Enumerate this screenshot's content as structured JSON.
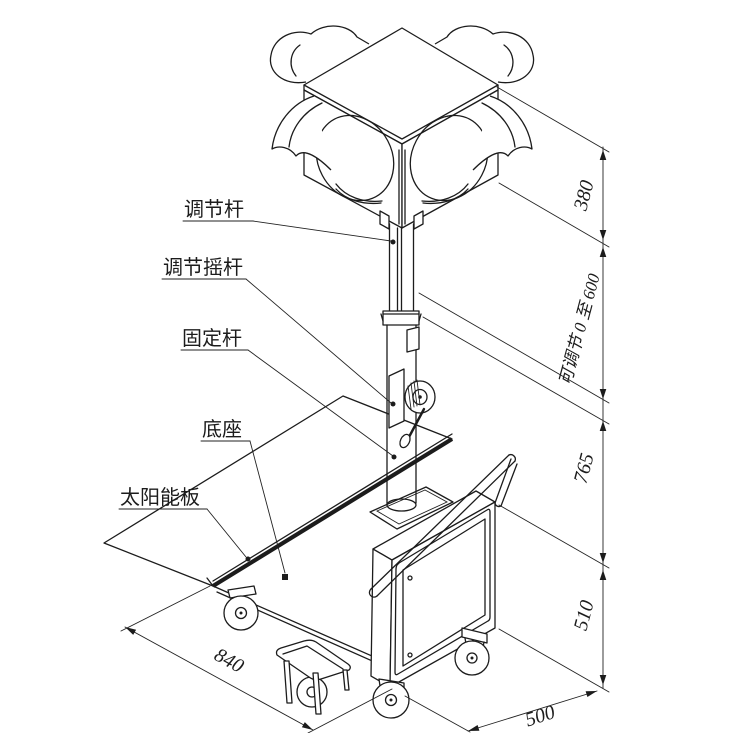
{
  "drawing": {
    "labels": {
      "adjusting_rod": "调节杆",
      "adjusting_crank": "调节摇杆",
      "fixed_rod": "固定杆",
      "base": "底座",
      "solar_panel": "太阳能板"
    },
    "dimensions": {
      "head_height": "380",
      "adjustable_range": "可调节 0 至 600",
      "mid_height": "765",
      "base_height": "510",
      "base_length": "840",
      "base_width": "500"
    },
    "colors": {
      "line": "#1c1c1c",
      "background": "#ffffff"
    }
  }
}
